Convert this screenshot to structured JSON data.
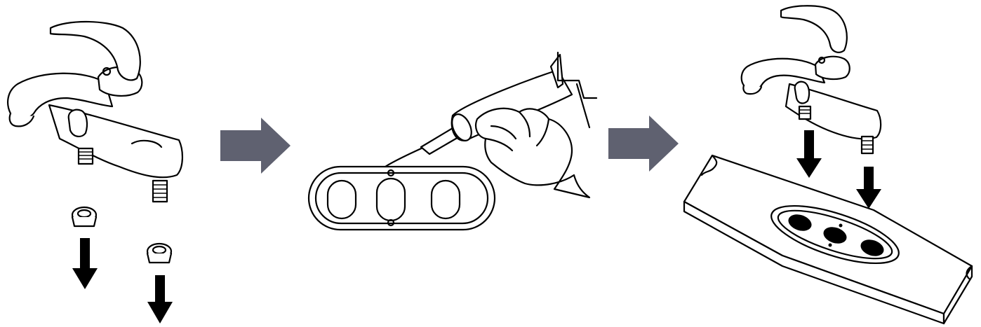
{
  "colors": {
    "step_arrow": "#5f6170",
    "drop_arrow": "#000000",
    "line_art": "#000000",
    "background": "#ffffff"
  },
  "steps": [
    {
      "icon": "faucet-with-mounting-nuts"
    },
    {
      "icon": "caulk-gun-applying-sealant-to-gasket"
    },
    {
      "icon": "faucet-lowered-onto-countertop-gasket"
    }
  ]
}
